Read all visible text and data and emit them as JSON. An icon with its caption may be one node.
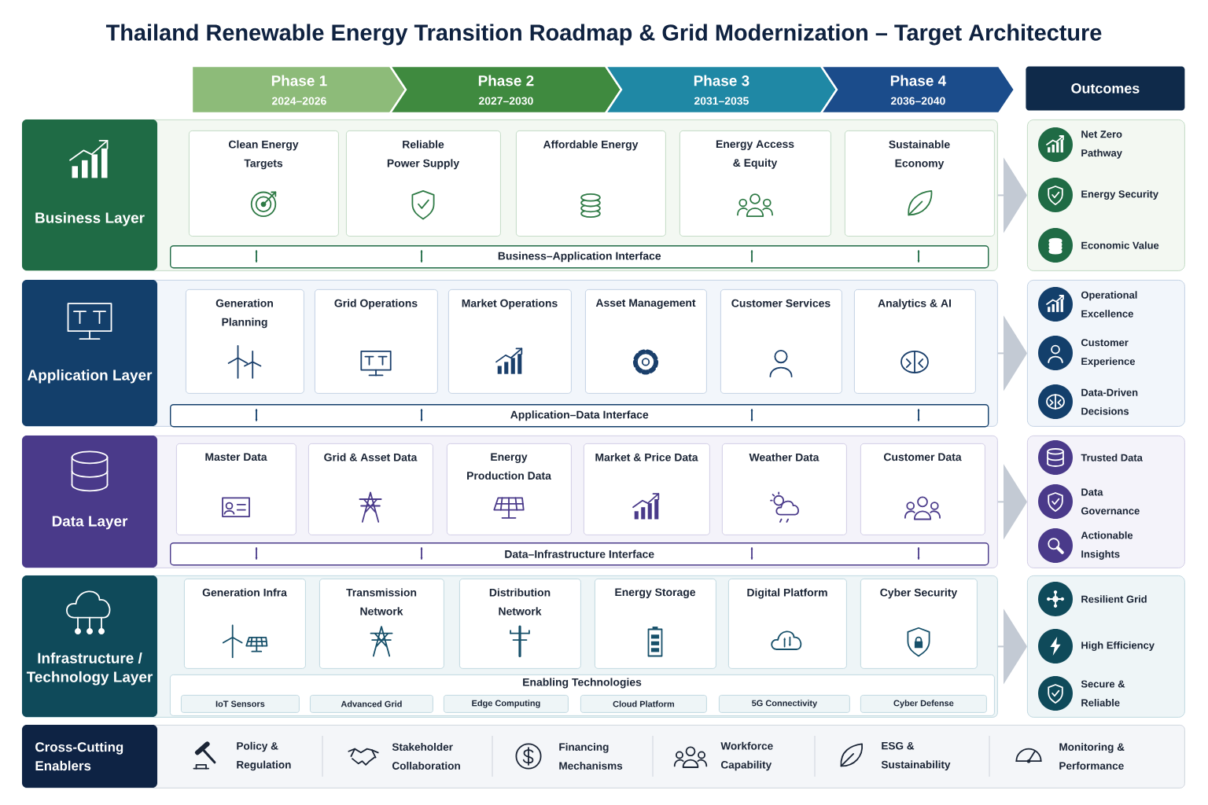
{
  "diagram": {
    "title": "Thailand Renewable Energy Transition Roadmap & Grid Modernization – Target Architecture",
    "nodes": [
      {
        "text": [
          "Phase 1",
          "2024–2026"
        ]
      },
      {
        "text": [
          "Phase 2",
          "2027–2030"
        ]
      },
      {
        "text": [
          "Phase 3",
          "2031–2035"
        ]
      },
      {
        "text": [
          "Phase 4",
          "2036–2040"
        ]
      },
      {
        "text": [
          "Outcomes"
        ]
      },
      {
        "text": [
          "Business Layer"
        ]
      },
      {
        "text": [
          "Clean Energy Targets"
        ],
        "in": 5
      },
      {
        "text": [
          "Reliable Power Supply"
        ],
        "in": 5
      },
      {
        "text": [
          "Affordable Energy"
        ],
        "in": 5
      },
      {
        "text": [
          "Energy Access & Equity"
        ],
        "in": 5
      },
      {
        "text": [
          "Sustainable Economy"
        ],
        "in": 5
      },
      {
        "text": [
          "Business–Application Interface"
        ],
        "in": 5
      },
      {
        "text": [
          "Net Zero Pathway",
          "Energy Security",
          "Economic Value"
        ]
      },
      {
        "text": [
          "Application Layer"
        ]
      },
      {
        "text": [
          "Generation Planning"
        ],
        "in": 13
      },
      {
        "text": [
          "Grid Operations"
        ],
        "in": 13
      },
      {
        "text": [
          "Market Operations"
        ],
        "in": 13
      },
      {
        "text": [
          "Asset Management"
        ],
        "in": 13
      },
      {
        "text": [
          "Customer Services"
        ],
        "in": 13
      },
      {
        "text": [
          "Analytics & AI"
        ],
        "in": 13
      },
      {
        "text": [
          "Application–Data Interface"
        ],
        "in": 13
      },
      {
        "text": [
          "Operational Excellence",
          "Customer Experience",
          "Data-Driven Decisions"
        ]
      },
      {
        "text": [
          "Data Layer"
        ]
      },
      {
        "text": [
          "Master Data"
        ],
        "in": 22
      },
      {
        "text": [
          "Grid & Asset Data"
        ],
        "in": 22
      },
      {
        "text": [
          "Energy Production Data"
        ],
        "in": 22
      },
      {
        "text": [
          "Market & Price Data"
        ],
        "in": 22
      },
      {
        "text": [
          "Weather Data"
        ],
        "in": 22
      },
      {
        "text": [
          "Customer Data"
        ],
        "in": 22
      },
      {
        "text": [
          "Data–Infrastructure Interface"
        ],
        "in": 22
      },
      {
        "text": [
          "Trusted Data",
          "Data Governance",
          "Actionable Insights"
        ]
      },
      {
        "text": [
          "Infrastructure / Technology Layer"
        ]
      },
      {
        "text": [
          "Generation Infra"
        ],
        "in": 31
      },
      {
        "text": [
          "Transmission Network"
        ],
        "in": 31
      },
      {
        "text": [
          "Distribution Network"
        ],
        "in": 31
      },
      {
        "text": [
          "Energy Storage"
        ],
        "in": 31
      },
      {
        "text": [
          "Digital Platform"
        ],
        "in": 31
      },
      {
        "text": [
          "Cyber Security"
        ],
        "in": 31
      },
      {
        "text": [
          "Enabling Technologies"
        ],
        "in": 31
      },
      {
        "text": [
          "IoT Sensors"
        ],
        "in": 38
      },
      {
        "text": [
          "Advanced Grid"
        ],
        "in": 38
      },
      {
        "text": [
          "Edge Computing"
        ],
        "in": 38
      },
      {
        "text": [
          "Cloud Platform"
        ],
        "in": 38
      },
      {
        "text": [
          "5G Connectivity"
        ],
        "in": 38
      },
      {
        "text": [
          "Cyber Defense"
        ],
        "in": 38
      },
      {
        "text": [
          "Resilient Grid",
          "High Efficiency",
          "Secure & Reliable"
        ]
      },
      {
        "text": [
          "Cross-Cutting Enablers",
          "Policy & Regulation",
          "Stakeholder Collaboration",
          "Financing Mechanisms",
          "Workforce Capability",
          "ESG & Sustainability",
          "Monitoring & Performance"
        ]
      }
    ],
    "edges": [
      {
        "from": 5,
        "to": 12,
        "arrow": "to"
      },
      {
        "from": 13,
        "to": 21,
        "arrow": "to"
      },
      {
        "from": 22,
        "to": 30,
        "arrow": "to"
      },
      {
        "from": 31,
        "to": 45,
        "arrow": "to"
      }
    ]
  }
}
